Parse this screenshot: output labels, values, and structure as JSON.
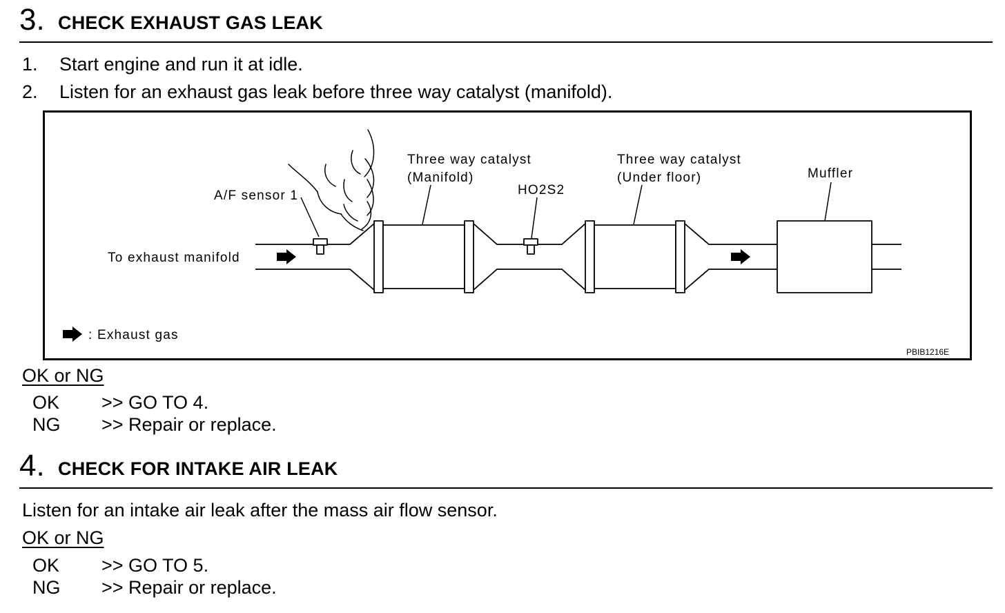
{
  "step3": {
    "number": "3.",
    "title": "CHECK EXHAUST GAS LEAK",
    "instructions": [
      {
        "num": "1.",
        "text": "Start engine and run it at idle."
      },
      {
        "num": "2.",
        "text": "Listen for an exhaust gas leak before three way catalyst (manifold)."
      }
    ],
    "figure": {
      "label_af_sensor": "A/F sensor 1",
      "label_twc_manifold_line1": "Three way catalyst",
      "label_twc_manifold_line2": "(Manifold)",
      "label_ho2s2": "HO2S2",
      "label_twc_underfloor_line1": "Three way catalyst",
      "label_twc_underfloor_line2": "(Under floor)",
      "label_muffler": "Muffler",
      "label_to_manifold": "To exhaust manifold",
      "legend_text": ": Exhaust gas",
      "figure_code": "PBIB1216E"
    },
    "result_heading": "OK or NG",
    "results": [
      {
        "key": "OK",
        "action": ">> GO TO 4."
      },
      {
        "key": "NG",
        "action": ">> Repair or replace."
      }
    ]
  },
  "step4": {
    "number": "4.",
    "title": "CHECK FOR INTAKE AIR LEAK",
    "instruction": "Listen for an intake air leak after the mass air flow sensor.",
    "result_heading": "OK or NG",
    "results": [
      {
        "key": "OK",
        "action": ">> GO TO 5."
      },
      {
        "key": "NG",
        "action": ">> Repair or replace."
      }
    ]
  }
}
